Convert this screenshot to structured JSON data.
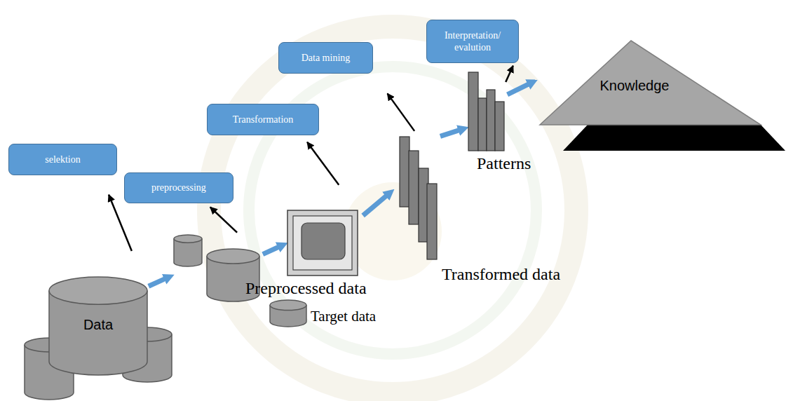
{
  "diagram": {
    "nodes": [
      {
        "text": [
          "Data"
        ]
      },
      {
        "text": [
          "selektion"
        ]
      },
      {
        "text": [
          "Target data"
        ]
      },
      {
        "text": [
          "preprocessing"
        ]
      },
      {
        "text": [
          "Preprocessed data"
        ]
      },
      {
        "text": [
          "Transformation"
        ]
      },
      {
        "text": [
          "Transformed data"
        ]
      },
      {
        "text": [
          "Data mining"
        ]
      },
      {
        "text": [
          "Patterns"
        ]
      },
      {
        "text": [
          "Interpretation/ evalution"
        ]
      },
      {
        "text": [
          "Knowledge"
        ]
      }
    ],
    "edges": [
      {
        "from": 0,
        "to": 2,
        "arrow": "to"
      },
      {
        "from": 0,
        "to": 1,
        "arrow": "to"
      },
      {
        "from": 2,
        "to": 4,
        "arrow": "to"
      },
      {
        "from": 2,
        "to": 3,
        "arrow": "to"
      },
      {
        "from": 4,
        "to": 6,
        "arrow": "to"
      },
      {
        "from": 4,
        "to": 5,
        "arrow": "to"
      },
      {
        "from": 6,
        "to": 8,
        "arrow": "to"
      },
      {
        "from": 6,
        "to": 7,
        "arrow": "to"
      },
      {
        "from": 8,
        "to": 10,
        "arrow": "to"
      },
      {
        "from": 8,
        "to": 9,
        "arrow": "to"
      }
    ]
  }
}
